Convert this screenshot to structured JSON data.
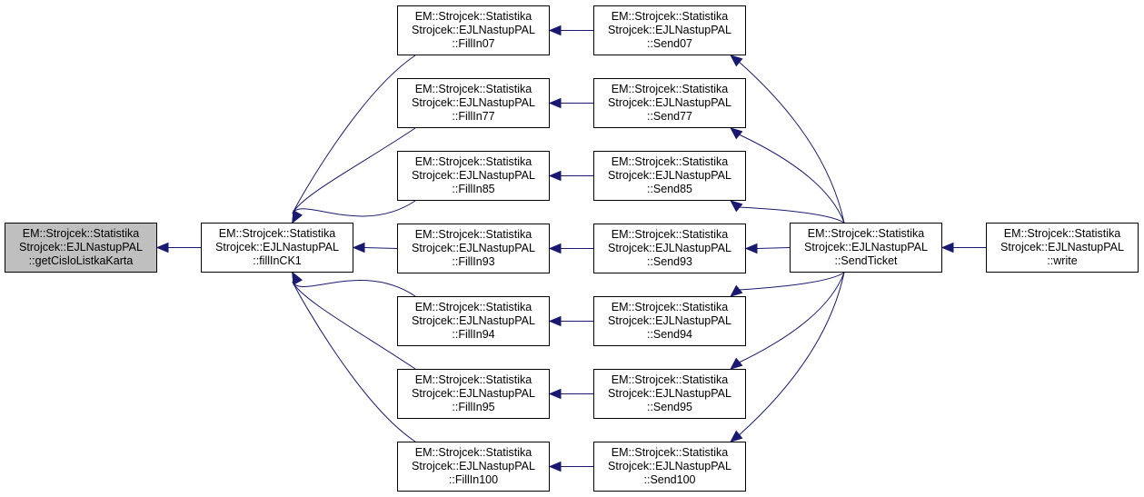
{
  "graph": {
    "edge_color": "#191970",
    "nodes": [
      {
        "id": "getCisloListkaKarta",
        "lines": [
          "EM::Strojcek::Statistika",
          "Strojcek::EJLNastupPAL",
          "::getCisloListkaKarta"
        ],
        "highlight": true
      },
      {
        "id": "fillInCK1",
        "lines": [
          "EM::Strojcek::Statistika",
          "Strojcek::EJLNastupPAL",
          "::fillInCK1"
        ]
      },
      {
        "id": "FillIn07",
        "lines": [
          "EM::Strojcek::Statistika",
          "Strojcek::EJLNastupPAL",
          "::FillIn07"
        ]
      },
      {
        "id": "FillIn77",
        "lines": [
          "EM::Strojcek::Statistika",
          "Strojcek::EJLNastupPAL",
          "::FillIn77"
        ]
      },
      {
        "id": "FillIn85",
        "lines": [
          "EM::Strojcek::Statistika",
          "Strojcek::EJLNastupPAL",
          "::FillIn85"
        ]
      },
      {
        "id": "FillIn93",
        "lines": [
          "EM::Strojcek::Statistika",
          "Strojcek::EJLNastupPAL",
          "::FillIn93"
        ]
      },
      {
        "id": "FillIn94",
        "lines": [
          "EM::Strojcek::Statistika",
          "Strojcek::EJLNastupPAL",
          "::FillIn94"
        ]
      },
      {
        "id": "FillIn95",
        "lines": [
          "EM::Strojcek::Statistika",
          "Strojcek::EJLNastupPAL",
          "::FillIn95"
        ]
      },
      {
        "id": "FillIn100",
        "lines": [
          "EM::Strojcek::Statistika",
          "Strojcek::EJLNastupPAL",
          "::FillIn100"
        ]
      },
      {
        "id": "Send07",
        "lines": [
          "EM::Strojcek::Statistika",
          "Strojcek::EJLNastupPAL",
          "::Send07"
        ]
      },
      {
        "id": "Send77",
        "lines": [
          "EM::Strojcek::Statistika",
          "Strojcek::EJLNastupPAL",
          "::Send77"
        ]
      },
      {
        "id": "Send85",
        "lines": [
          "EM::Strojcek::Statistika",
          "Strojcek::EJLNastupPAL",
          "::Send85"
        ]
      },
      {
        "id": "Send93",
        "lines": [
          "EM::Strojcek::Statistika",
          "Strojcek::EJLNastupPAL",
          "::Send93"
        ]
      },
      {
        "id": "Send94",
        "lines": [
          "EM::Strojcek::Statistika",
          "Strojcek::EJLNastupPAL",
          "::Send94"
        ]
      },
      {
        "id": "Send95",
        "lines": [
          "EM::Strojcek::Statistika",
          "Strojcek::EJLNastupPAL",
          "::Send95"
        ]
      },
      {
        "id": "Send100",
        "lines": [
          "EM::Strojcek::Statistika",
          "Strojcek::EJLNastupPAL",
          "::Send100"
        ]
      },
      {
        "id": "SendTicket",
        "lines": [
          "EM::Strojcek::Statistika",
          "Strojcek::EJLNastupPAL",
          "::SendTicket"
        ]
      },
      {
        "id": "write",
        "lines": [
          "EM::Strojcek::Statistika",
          "Strojcek::EJLNastupPAL",
          "::write"
        ]
      }
    ],
    "edges": [
      {
        "from": "fillInCK1",
        "to": "getCisloListkaKarta"
      },
      {
        "from": "FillIn07",
        "to": "fillInCK1"
      },
      {
        "from": "FillIn77",
        "to": "fillInCK1"
      },
      {
        "from": "FillIn85",
        "to": "fillInCK1"
      },
      {
        "from": "FillIn93",
        "to": "fillInCK1"
      },
      {
        "from": "FillIn94",
        "to": "fillInCK1"
      },
      {
        "from": "FillIn95",
        "to": "fillInCK1"
      },
      {
        "from": "FillIn100",
        "to": "fillInCK1"
      },
      {
        "from": "Send07",
        "to": "FillIn07"
      },
      {
        "from": "Send77",
        "to": "FillIn77"
      },
      {
        "from": "Send85",
        "to": "FillIn85"
      },
      {
        "from": "Send93",
        "to": "FillIn93"
      },
      {
        "from": "Send94",
        "to": "FillIn94"
      },
      {
        "from": "Send95",
        "to": "FillIn95"
      },
      {
        "from": "Send100",
        "to": "FillIn100"
      },
      {
        "from": "SendTicket",
        "to": "Send07"
      },
      {
        "from": "SendTicket",
        "to": "Send77"
      },
      {
        "from": "SendTicket",
        "to": "Send85"
      },
      {
        "from": "SendTicket",
        "to": "Send93"
      },
      {
        "from": "SendTicket",
        "to": "Send94"
      },
      {
        "from": "SendTicket",
        "to": "Send95"
      },
      {
        "from": "SendTicket",
        "to": "Send100"
      },
      {
        "from": "write",
        "to": "SendTicket"
      }
    ]
  }
}
